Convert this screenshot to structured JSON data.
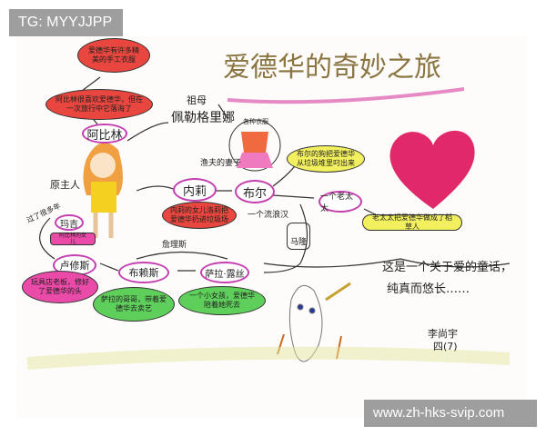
{
  "watermark_top": "TG: MYYJJPP",
  "watermark_bottom": "www.zh-hks-svip.com",
  "title": "爱德华的奇妙之旅",
  "nodes": {
    "abilene": "阿比林",
    "grandma_role": "祖母",
    "grandma": "佩勒格里娜",
    "owner_role": "原主人",
    "nellie": "内莉",
    "fisher_wife": "渔夫的妻子",
    "clothes": "各种衣服",
    "bull": "布尔",
    "tramp": "一个流浪汉",
    "malone": "马隆",
    "old_lady": "一个老太太",
    "sarah": "萨拉·露丝",
    "bryce": "布赖斯",
    "lucius": "卢修斯",
    "maggie": "玛吉",
    "years": "过了很多年",
    "father": "詹理斯"
  },
  "notes": {
    "clothes_note": "爱德华有许多精美的手工衣服",
    "abilene_note": "阿比林很喜欢爱德华，但在一次旅行中它落海了",
    "nellie_note": "内莉的女儿洛莉把爱德华扔进垃圾场",
    "bull_note": "布尔的狗把爱德华从垃圾堆里叼出来",
    "old_lady_note": "老太太把爱德华做成了稻草人",
    "bryce_note": "萨拉的哥哥，带着爱德华去卖艺",
    "sarah_note": "一个小女孩，爱德华陪着她死去",
    "lucius_note": "玩具店老板，修好了爱德华的头",
    "maggie_note": "阿比林的女儿"
  },
  "caption": [
    "这是一个关于爱的童话，",
    "纯真而悠长……"
  ],
  "signature": [
    "李尚宇",
    "四(7)"
  ],
  "colors": {
    "heart": "#e0286a",
    "node_border": "#c43fb0",
    "red": "#e8463e",
    "yellow": "#f3f060",
    "green": "#5fcf5b",
    "pink": "#ea4aa8"
  }
}
